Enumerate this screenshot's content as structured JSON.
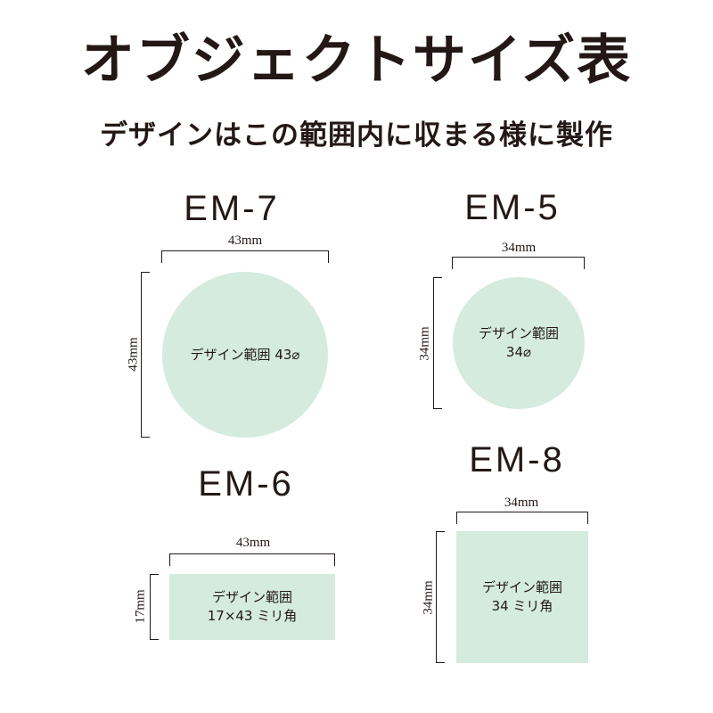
{
  "title": "オブジェクトサイズ表",
  "subtitle": "デザインはこの範囲内に収まる様に製作",
  "items": {
    "em7": {
      "model": "EM-7",
      "width_label": "43mm",
      "height_label": "43mm",
      "area_text": "デザイン範囲 43⌀",
      "shape": "circle",
      "color": "#d4ebde"
    },
    "em5": {
      "model": "EM-5",
      "width_label": "34mm",
      "height_label": "34mm",
      "area_text": "デザイン範囲\n34⌀",
      "shape": "circle",
      "color": "#d4ebde"
    },
    "em6": {
      "model": "EM-6",
      "width_label": "43mm",
      "height_label": "17mm",
      "area_text": "デザイン範囲\n17×43 ミリ角",
      "shape": "rectangle",
      "color": "#d4ebde"
    },
    "em8": {
      "model": "EM-8",
      "width_label": "34mm",
      "height_label": "34mm",
      "area_text": "デザイン範囲\n34 ミリ角",
      "shape": "square",
      "color": "#d4ebde"
    }
  }
}
